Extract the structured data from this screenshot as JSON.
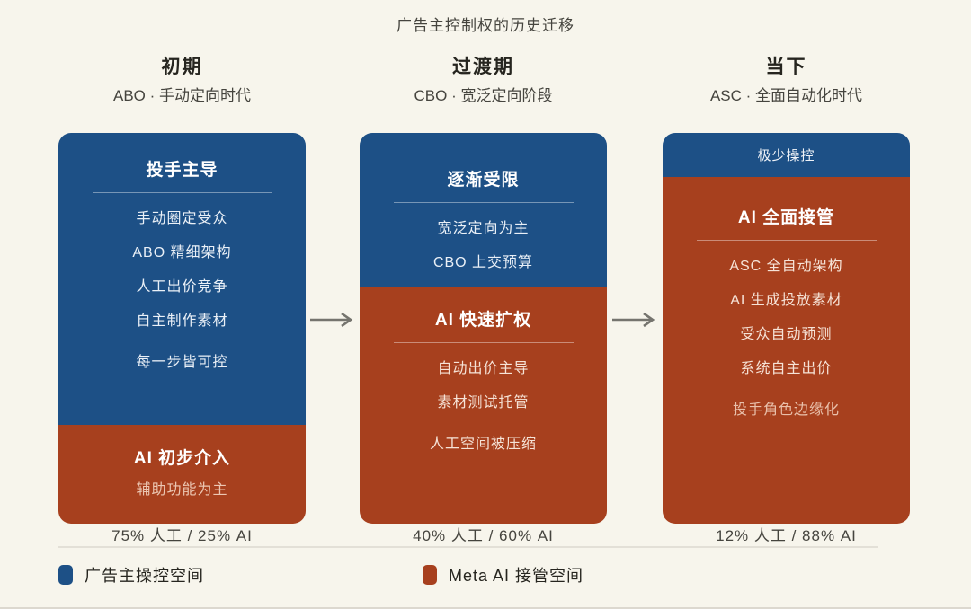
{
  "title": "广告主控制权的历史迁移",
  "colors": {
    "background": "#f7f5ec",
    "blue": "#1d5086",
    "red": "#a7401e",
    "arrow": "#75746e"
  },
  "columns": [
    {
      "era": "初期",
      "subtitle": "ABO · 手动定向时代",
      "blue_section": {
        "heading": "投手主导",
        "items": [
          "手动圈定受众",
          "ABO 精细架构",
          "人工出价竞争",
          "自主制作素材",
          "每一步皆可控"
        ]
      },
      "red_section": {
        "heading": "AI 初步介入",
        "subheading": "辅助功能为主"
      },
      "footer": "75% 人工 / 25% AI"
    },
    {
      "era": "过渡期",
      "subtitle": "CBO · 宽泛定向阶段",
      "blue_section": {
        "heading": "逐渐受限",
        "items": [
          "宽泛定向为主",
          "CBO 上交预算"
        ]
      },
      "red_section": {
        "heading": "AI 快速扩权",
        "items": [
          "自动出价主导",
          "素材测试托管",
          "人工空间被压缩"
        ]
      },
      "footer": "40% 人工 / 60% AI"
    },
    {
      "era": "当下",
      "subtitle": "ASC · 全面自动化时代",
      "blue_section": {
        "heading": "极少操控"
      },
      "red_section": {
        "heading": "AI 全面接管",
        "items": [
          "ASC 全自动架构",
          "AI 生成投放素材",
          "受众自动预测",
          "系统自主出价",
          "投手角色边缘化"
        ]
      },
      "footer": "12% 人工 / 88% AI"
    }
  ],
  "legend": [
    {
      "label": "广告主操控空间",
      "color": "#1d5086"
    },
    {
      "label": "Meta AI 接管空间",
      "color": "#a7401e"
    }
  ]
}
